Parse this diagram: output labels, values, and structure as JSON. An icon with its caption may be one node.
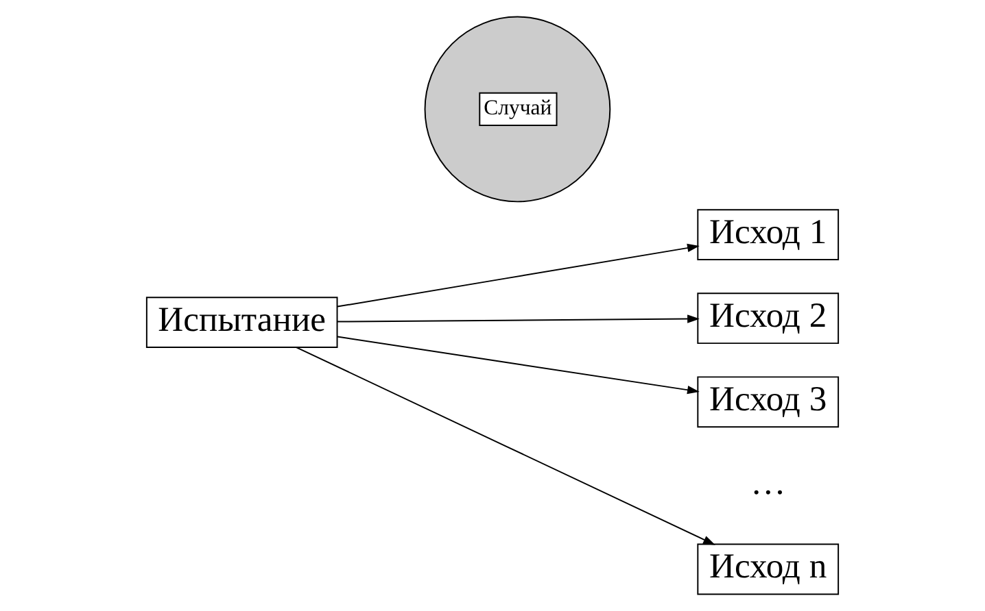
{
  "diagram": {
    "nodes": [
      {
        "text": [
          "Испытание"
        ]
      },
      {
        "text": [
          "Случай"
        ]
      },
      {
        "text": [
          "Исход 1"
        ]
      },
      {
        "text": [
          "Исход 2"
        ]
      },
      {
        "text": [
          "Исход 3"
        ]
      },
      {
        "text": [
          "Исход n"
        ]
      }
    ],
    "edges": [
      {
        "from": 0,
        "to": 2,
        "arrow": "to"
      },
      {
        "from": 0,
        "to": 3,
        "arrow": "to"
      },
      {
        "from": 0,
        "to": 4,
        "arrow": "to"
      },
      {
        "from": 0,
        "to": 5,
        "arrow": "to"
      }
    ],
    "labels": [
      "…"
    ]
  }
}
